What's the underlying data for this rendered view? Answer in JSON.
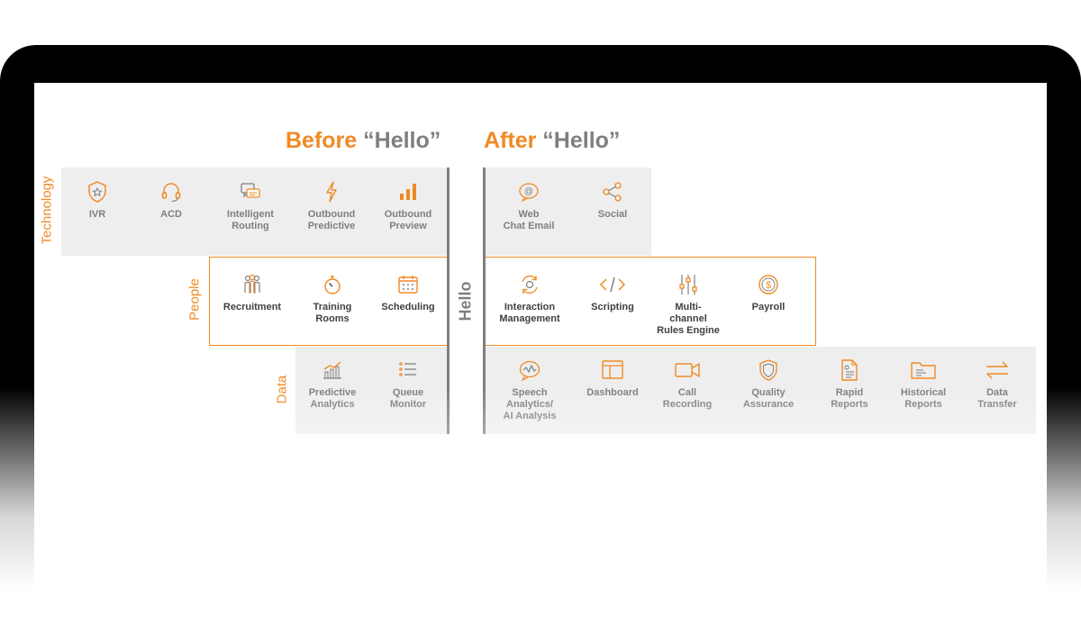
{
  "headings": {
    "before_word": "Before",
    "before_hello": "“Hello”",
    "after_word": "After",
    "after_hello": "“Hello”"
  },
  "center_label": "Hello",
  "row_labels": {
    "technology": "Technology",
    "people": "People",
    "data": "Data"
  },
  "colors": {
    "accent": "#f08a24",
    "gray_text": "#7f7f7f",
    "band_bg": "#eeeeee"
  },
  "before": {
    "technology": [
      {
        "label": "IVR",
        "icon": "shield-star-icon"
      },
      {
        "label": "ACD",
        "icon": "headset-icon"
      },
      {
        "label": "Intelligent\nRouting",
        "icon": "chat-bubbles-icon"
      },
      {
        "label": "Outbound\nPredictive",
        "icon": "lightning-icon"
      },
      {
        "label": "Outbound\nPreview",
        "icon": "bar-chart-icon"
      }
    ],
    "people": [
      {
        "label": "Recruitment",
        "icon": "people-group-icon"
      },
      {
        "label": "Training\nRooms",
        "icon": "stopwatch-icon"
      },
      {
        "label": "Scheduling",
        "icon": "calendar-icon"
      }
    ],
    "data": [
      {
        "label": "Predictive\nAnalytics",
        "icon": "trend-chart-icon"
      },
      {
        "label": "Queue\nMonitor",
        "icon": "list-icon"
      }
    ]
  },
  "after": {
    "technology": [
      {
        "label": "Web\nChat Email",
        "icon": "at-sign-icon"
      },
      {
        "label": "Social",
        "icon": "share-icon"
      }
    ],
    "people": [
      {
        "label": "Interaction\nManagement",
        "icon": "refresh-cycle-icon"
      },
      {
        "label": "Scripting",
        "icon": "code-icon"
      },
      {
        "label": "Multi-\nchannel\nRules Engine",
        "icon": "sliders-icon"
      },
      {
        "label": "Payroll",
        "icon": "dollar-coin-icon"
      }
    ],
    "data": [
      {
        "label": "Speech\nAnalytics/\nAI Analysis",
        "icon": "speech-wave-icon"
      },
      {
        "label": "Dashboard",
        "icon": "dashboard-icon"
      },
      {
        "label": "Call\nRecording",
        "icon": "video-camera-icon"
      },
      {
        "label": "Quality\nAssurance",
        "icon": "shield-icon"
      },
      {
        "label": "Rapid\nReports",
        "icon": "report-document-icon"
      },
      {
        "label": "Historical\nReports",
        "icon": "folder-icon"
      },
      {
        "label": "Data\nTransfer",
        "icon": "transfer-arrows-icon"
      }
    ]
  }
}
